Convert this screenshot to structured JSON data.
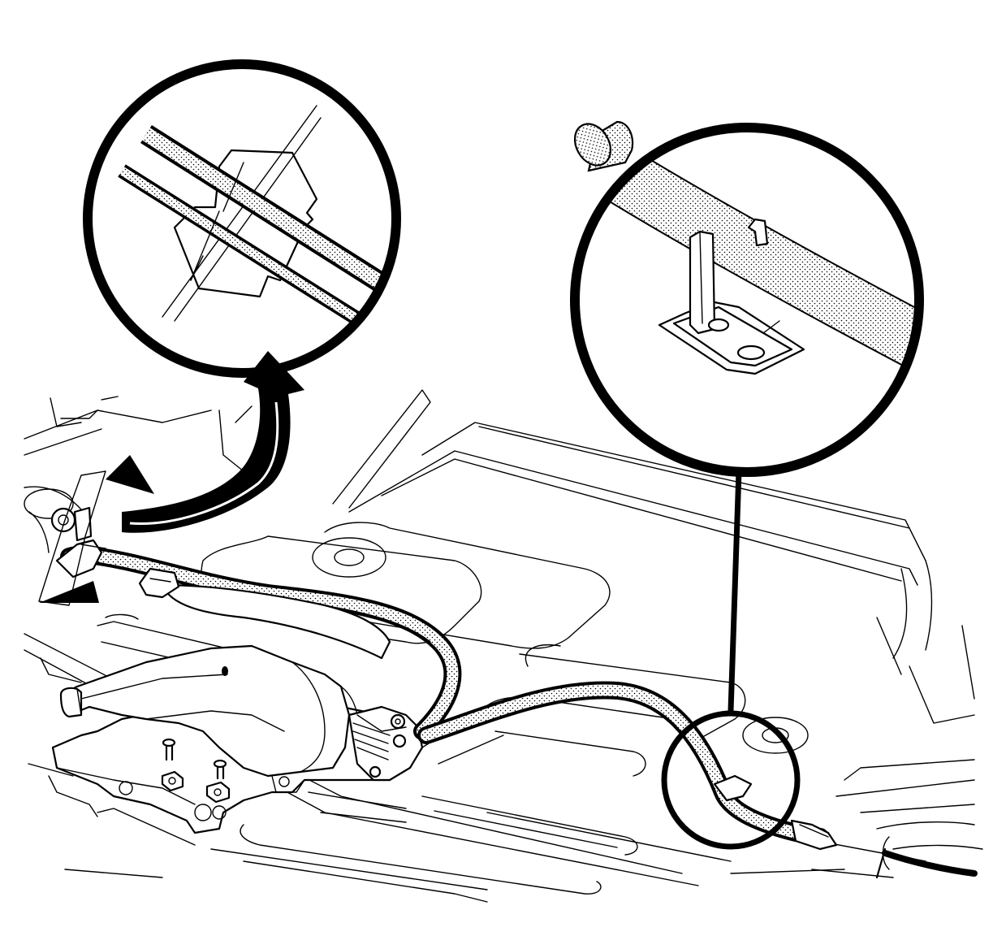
{
  "diagram": {
    "labels": [],
    "colors": {
      "line": "#000000",
      "background": "#ffffff"
    },
    "icons": [
      "detail-magnifier-circle-left",
      "detail-magnifier-circle-right",
      "curved-callout-arrow",
      "leader-line",
      "triangle-pointer"
    ]
  }
}
